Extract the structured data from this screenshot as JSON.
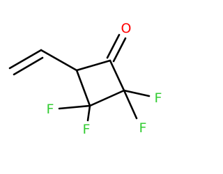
{
  "molecule": {
    "atoms": {
      "oxygen": {
        "symbol": "O",
        "color": "#ff0000"
      },
      "fluorine_1": {
        "symbol": "F",
        "color": "#33cc33"
      },
      "fluorine_2": {
        "symbol": "F",
        "color": "#33cc33"
      },
      "fluorine_3": {
        "symbol": "F",
        "color": "#33cc33"
      },
      "fluorine_4": {
        "symbol": "F",
        "color": "#33cc33"
      }
    },
    "bond_color": "#000000"
  }
}
